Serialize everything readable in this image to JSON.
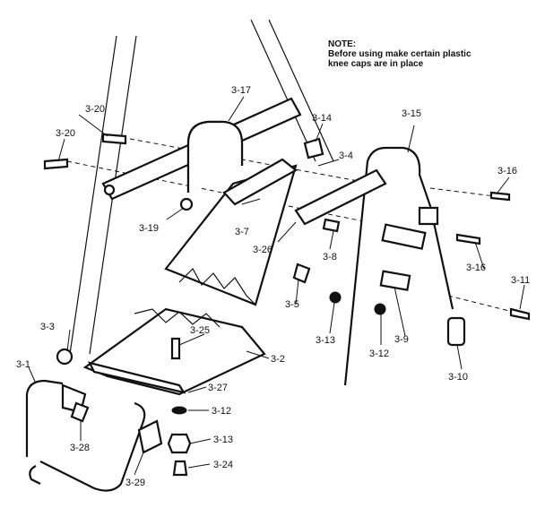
{
  "note": {
    "heading": "NOTE:",
    "line1": "Before using make certain plastic",
    "line2": "knee caps are in place"
  },
  "labels": {
    "p3_1": "3-1",
    "p3_2": "3-2",
    "p3_3": "3-3",
    "p3_4": "3-4",
    "p3_5": "3-5",
    "p3_7": "3-7",
    "p3_8": "3-8",
    "p3_9": "3-9",
    "p3_10": "3-10",
    "p3_11": "3-11",
    "p3_12a": "3-12",
    "p3_12b": "3-12",
    "p3_13a": "3-13",
    "p3_13b": "3-13",
    "p3_14": "3-14",
    "p3_15": "3-15",
    "p3_16a": "3-16",
    "p3_16b": "3-16",
    "p3_17": "3-17",
    "p3_19": "3-19",
    "p3_20a": "3-20",
    "p3_20b": "3-20",
    "p3_24": "3-24",
    "p3_25": "3-25",
    "p3_26": "3-26",
    "p3_27": "3-27",
    "p3_28": "3-28",
    "p3_29": "3-29"
  }
}
